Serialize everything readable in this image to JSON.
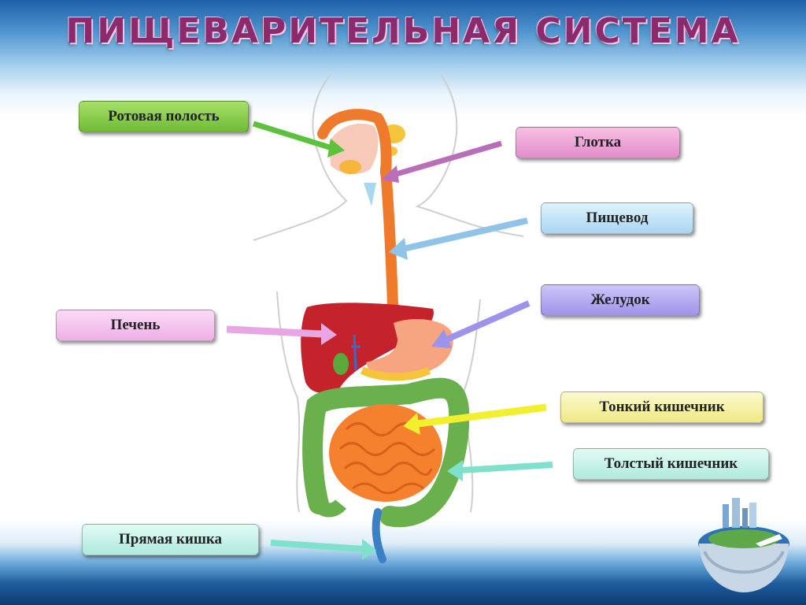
{
  "title": "ПИЩЕВАРИТЕЛЬНАЯ СИСТЕМА",
  "labels": {
    "mouth": {
      "text": "Ротовая полость",
      "color": "#8fd14f"
    },
    "pharynx": {
      "text": "Глотка",
      "color": "#f2a5d8"
    },
    "esophagus": {
      "text": "Пищевод",
      "color": "#bfe3f7"
    },
    "stomach": {
      "text": "Желудок",
      "color": "#b3a9f0"
    },
    "liver": {
      "text": "Печень",
      "color": "#f7c4ef"
    },
    "small_intestine": {
      "text": "Тонкий кишечник",
      "color": "#f6f3a3"
    },
    "large_intestine": {
      "text": "Толстый кишечник",
      "color": "#c9f3e9"
    },
    "rectum": {
      "text": "Прямая кишка",
      "color": "#c9f3e9"
    }
  },
  "organ_colors": {
    "digestive_tract": "#f07a2c",
    "liver": "#c5232b",
    "colon": "#6ab04c",
    "small_intestine": "#f5812f"
  }
}
